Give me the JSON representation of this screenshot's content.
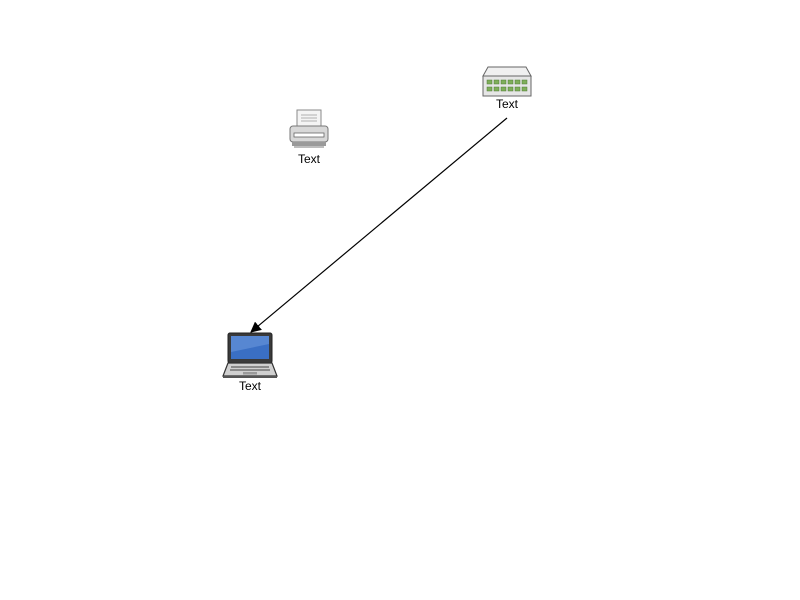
{
  "diagram": {
    "nodes": [
      {
        "id": "printer",
        "icon": "printer-icon",
        "label": "Text"
      },
      {
        "id": "switch",
        "icon": "network-switch-icon",
        "label": "Text"
      },
      {
        "id": "laptop",
        "icon": "laptop-icon",
        "label": "Text"
      }
    ],
    "edges": [
      {
        "from": "switch",
        "to": "laptop",
        "style": "arrow",
        "color": "#000000"
      }
    ],
    "colors": {
      "laptop_screen": "#3a6fc4",
      "switch_ports": "#7fae5a",
      "device_gray": "#d8d8d8"
    }
  }
}
